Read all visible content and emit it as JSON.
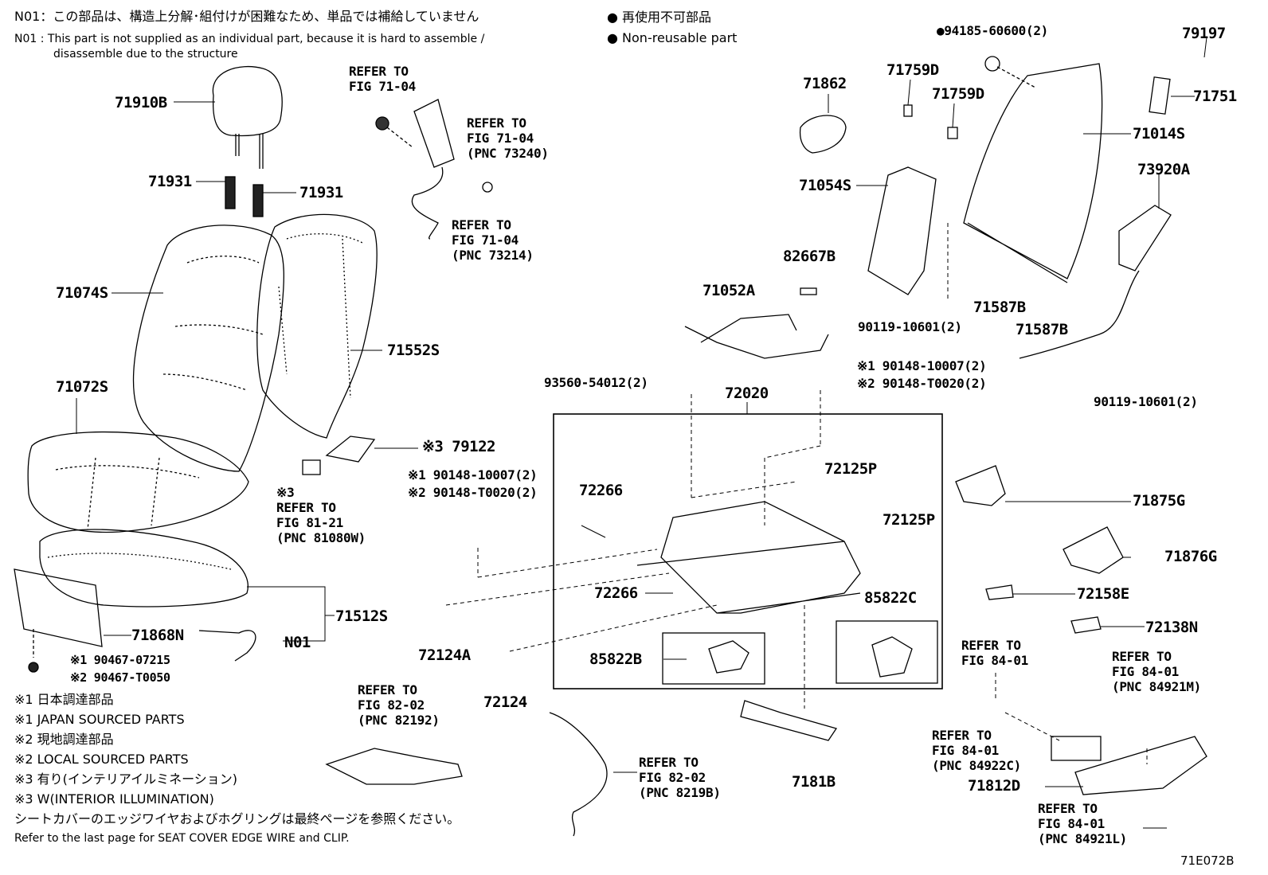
{
  "notes": {
    "n01_jp": "N01：この部品は、構造上分解･組付けが困難なため、単品では補給していません",
    "n01_en_1": "N01 : This part is not supplied as an individual part, because it is hard to assemble /",
    "n01_en_2": "disassemble due to the structure",
    "nonreuse_jp": "● 再使用不可部品",
    "nonreuse_en": "● Non-reusable part"
  },
  "parts": {
    "p71910B": "71910B",
    "p71931a": "71931",
    "p71931b": "71931",
    "p71074S": "71074S",
    "p71552S": "71552S",
    "p71072S": "71072S",
    "p79122": "※3 79122",
    "p71868N": "71868N",
    "p71512S": "71512S",
    "pN01": "N01",
    "p90467a": "※1 90467-07215",
    "p90467b": "※2 90467-T0050",
    "p94185": "●94185-60600(2)",
    "p79197": "79197",
    "p71751": "71751",
    "p71014S": "71014S",
    "p73920A": "73920A",
    "p71862": "71862",
    "p71759Da": "71759D",
    "p71759Db": "71759D",
    "p71054S": "71054S",
    "p82667B": "82667B",
    "p71052A": "71052A",
    "p71587Ba": "71587B",
    "p71587Bb": "71587B",
    "p90119a": "90119-10601(2)",
    "p90119b": "90119-10601(2)",
    "p90148a1": "※1 90148-10007(2)",
    "p90148a2": "※2 90148-T0020(2)",
    "p93560": "93560-54012(2)",
    "p72020": "72020",
    "p90148b1": "※1 90148-10007(2)",
    "p90148b2": "※2 90148-T0020(2)",
    "p72266a": "72266",
    "p72266b": "72266",
    "p72125Pa": "72125P",
    "p72125Pb": "72125P",
    "p85822C": "85822C",
    "p85822B": "85822B",
    "p72124A": "72124A",
    "p72124": "72124",
    "p7181B": "7181B",
    "p71875G": "71875G",
    "p71876G": "71876G",
    "p72158E": "72158E",
    "p72138N": "72138N",
    "p71812D": "71812D"
  },
  "refs": {
    "r1": [
      "REFER TO",
      "FIG 71-04"
    ],
    "r2": [
      "REFER TO",
      "FIG 71-04",
      "(PNC 73240)"
    ],
    "r3": [
      "REFER TO",
      "FIG 71-04",
      "(PNC 73214)"
    ],
    "r4": [
      "※3",
      "REFER TO",
      "FIG 81-21",
      "(PNC 81080W)"
    ],
    "r5": [
      "REFER TO",
      "FIG 82-02",
      "(PNC 82192)"
    ],
    "r6": [
      "REFER TO",
      "FIG 82-02",
      "(PNC 8219B)"
    ],
    "r7": [
      "REFER TO",
      "FIG 84-01"
    ],
    "r8": [
      "REFER TO",
      "FIG 84-01",
      "(PNC 84921M)"
    ],
    "r9": [
      "REFER TO",
      "FIG 84-01",
      "(PNC 84922C)"
    ],
    "r10": [
      "REFER TO",
      "FIG 84-01",
      "(PNC 84921L)"
    ]
  },
  "legend": [
    "※1 日本調達部品",
    "※1  JAPAN SOURCED PARTS",
    "※2 現地調達部品",
    "※2  LOCAL SOURCED PARTS",
    "※3 有り(インテリアイルミネーション)",
    "※3  W(INTERIOR ILLUMINATION)",
    "シートカバーのエッジワイヤおよびホグリングは最終ページを参照ください。",
    "Refer to the last page for SEAT COVER EDGE WIRE and CLIP."
  ],
  "figure_code": "71E072B"
}
